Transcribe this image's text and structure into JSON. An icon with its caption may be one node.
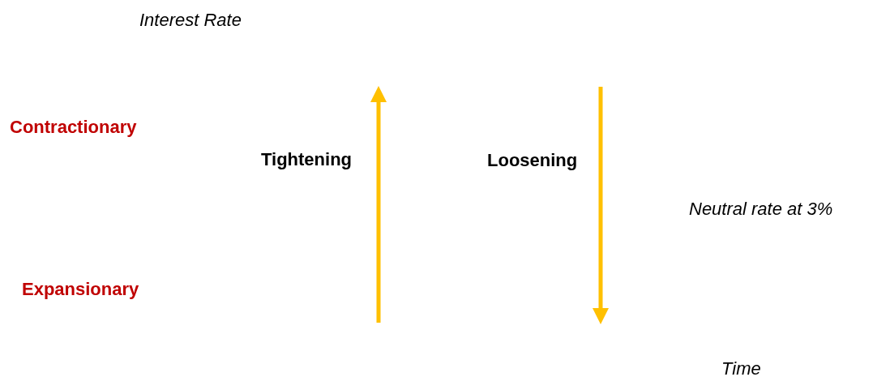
{
  "diagram": {
    "labels": [
      "Interest Rate",
      "Contractionary",
      "Tightening",
      "Loosening",
      "Neutral rate at 3%",
      "Expansionary",
      "Time"
    ]
  }
}
